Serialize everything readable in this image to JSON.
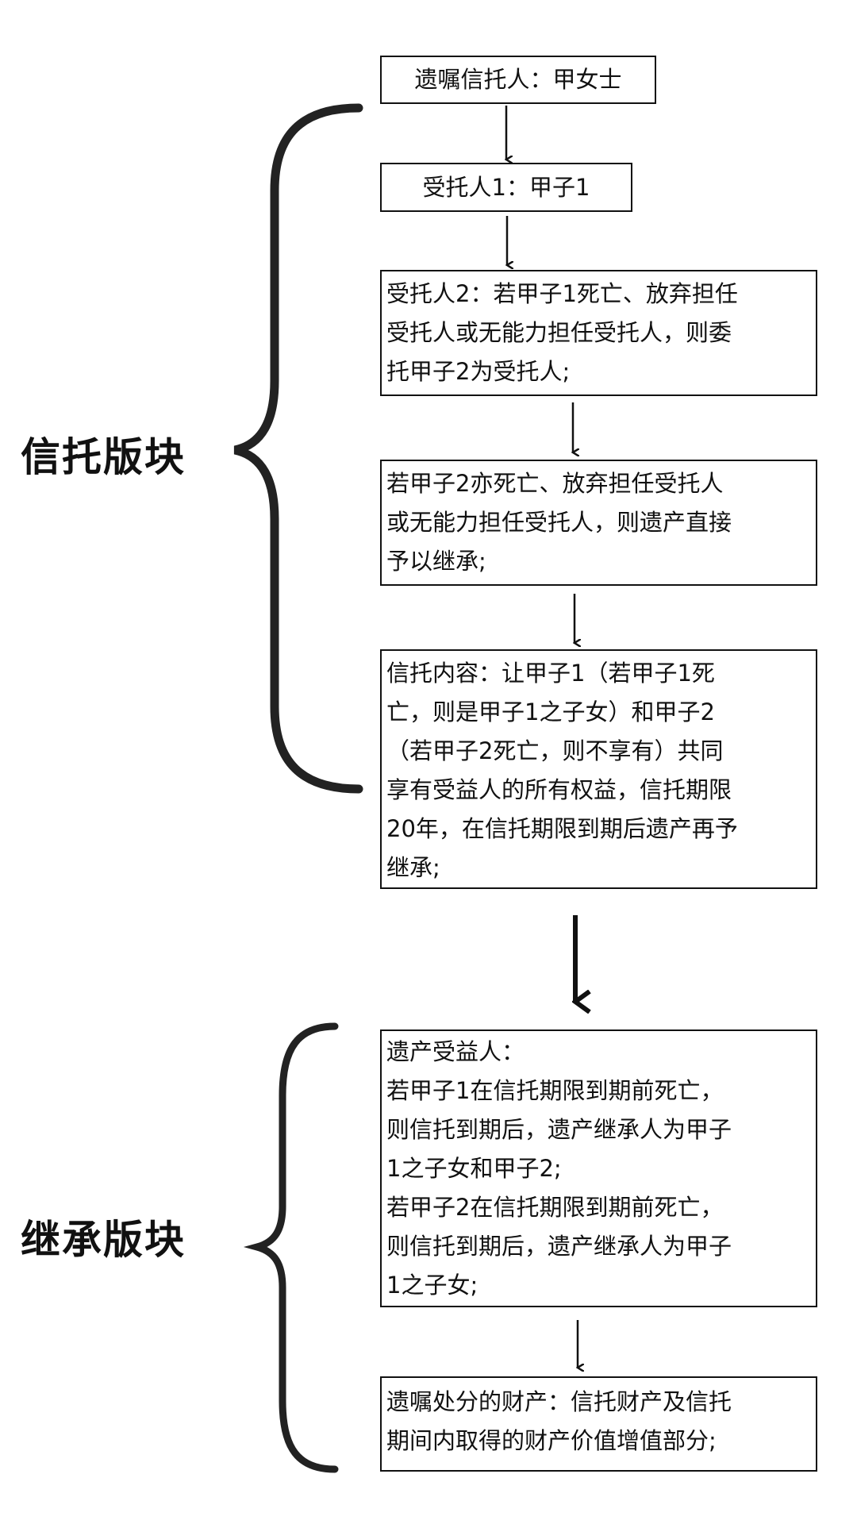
{
  "sections": [
    {
      "label": "信托版块"
    },
    {
      "label": "继承版块"
    }
  ],
  "boxes": [
    {
      "lines": [
        "遗嘱信托人：甲女士"
      ]
    },
    {
      "lines": [
        "受托人1：甲子1"
      ]
    },
    {
      "lines": [
        "受托人2：若甲子1死亡、放弃担任",
        "受托人或无能力担任受托人，则委",
        "托甲子2为受托人;"
      ]
    },
    {
      "lines": [
        "若甲子2亦死亡、放弃担任受托人",
        "或无能力担任受托人，则遗产直接",
        "予以继承;"
      ]
    },
    {
      "lines": [
        "信托内容：让甲子1（若甲子1死",
        "亡，则是甲子1之子女）和甲子2",
        "（若甲子2死亡，则不享有）共同",
        "享有受益人的所有权益，信托期限",
        "20年，在信托期限到期后遗产再予",
        "继承;"
      ]
    },
    {
      "lines": [
        "遗产受益人：",
        "若甲子1在信托期限到期前死亡，",
        "则信托到期后，遗产继承人为甲子",
        "1之子女和甲子2;",
        "若甲子2在信托期限到期前死亡，",
        "则信托到期后，遗产继承人为甲子",
        "1之子女;"
      ]
    },
    {
      "lines": [
        "遗嘱处分的财产：信托财产及信托",
        "期间内取得的财产价值增值部分;"
      ]
    }
  ]
}
